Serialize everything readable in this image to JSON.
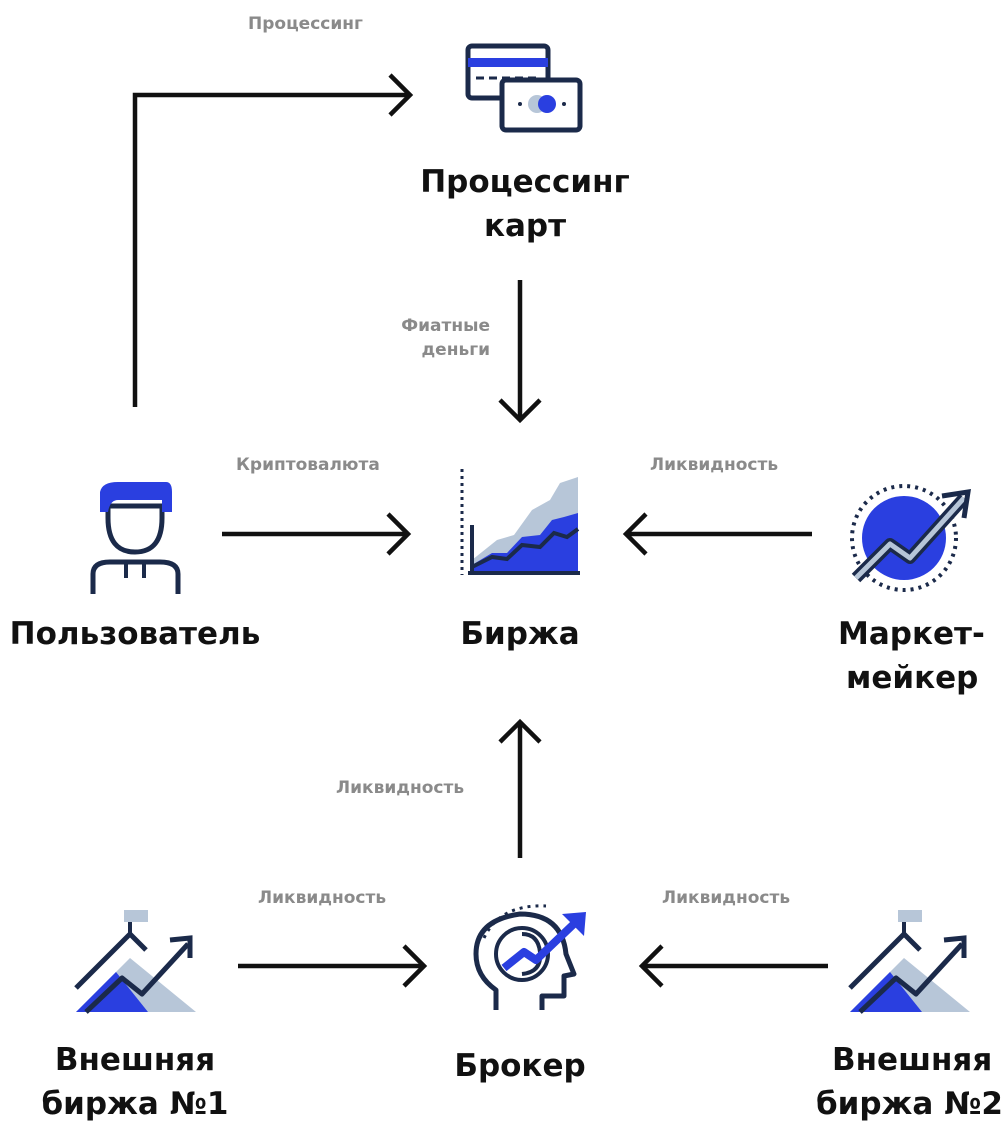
{
  "colors": {
    "navy": "#1b2a4a",
    "blue": "#2a3fe0",
    "light_blue": "#b7c6d8",
    "gray": "#9aa0a6",
    "arrow": "#111111",
    "label": "#8a8a8a"
  },
  "nodes": {
    "processing": {
      "label_line1": "Процессинг",
      "label_line2": "карт",
      "icon": "credit-card-icon"
    },
    "exchange": {
      "label": "Биржа",
      "icon": "trading-chart-icon"
    },
    "user": {
      "label": "Пользователь",
      "icon": "user-icon"
    },
    "market_maker": {
      "label_line1": "Маркет-",
      "label_line2": "мейкер",
      "icon": "growth-circle-icon"
    },
    "broker": {
      "label": "Брокер",
      "icon": "brain-head-icon"
    },
    "ext1": {
      "label_line1": "Внешняя",
      "label_line2": "биржа №1",
      "icon": "mountain-flag-icon"
    },
    "ext2": {
      "label_line1": "Внешняя",
      "label_line2": "биржа №2",
      "icon": "mountain-flag-icon"
    }
  },
  "edges": {
    "user_to_processing": "Процессинг",
    "processing_to_exchange_line1": "Фиатные",
    "processing_to_exchange_line2": "деньги",
    "user_to_exchange": "Криптовалюта",
    "maker_to_exchange": "Ликвидность",
    "broker_to_exchange": "Ликвидность",
    "ext1_to_broker": "Ликвидность",
    "ext2_to_broker": "Ликвидность"
  }
}
